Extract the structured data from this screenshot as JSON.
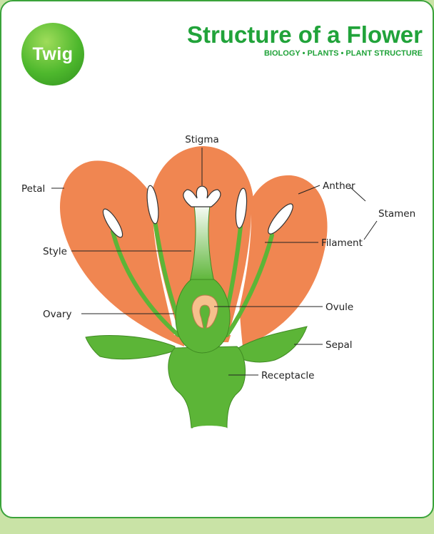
{
  "logo": {
    "text": "Twig",
    "color": "#4eb82d"
  },
  "header": {
    "title": "Structure of a Flower",
    "subtitle": "BIOLOGY • PLANTS • PLANT STRUCTURE",
    "accent_color": "#21a33a"
  },
  "colors": {
    "petal": "#f08651",
    "stem": "#5cb537",
    "anther": "#ffffff",
    "ovule": "#f6c08c",
    "background": "#c9e3a6"
  },
  "labels": {
    "stigma": "Stigma",
    "petal": "Petal",
    "anther": "Anther",
    "stamen": "Stamen",
    "style": "Style",
    "filament": "Filament",
    "ovary": "Ovary",
    "ovule": "Ovule",
    "sepal": "Sepal",
    "receptacle": "Receptacle"
  }
}
